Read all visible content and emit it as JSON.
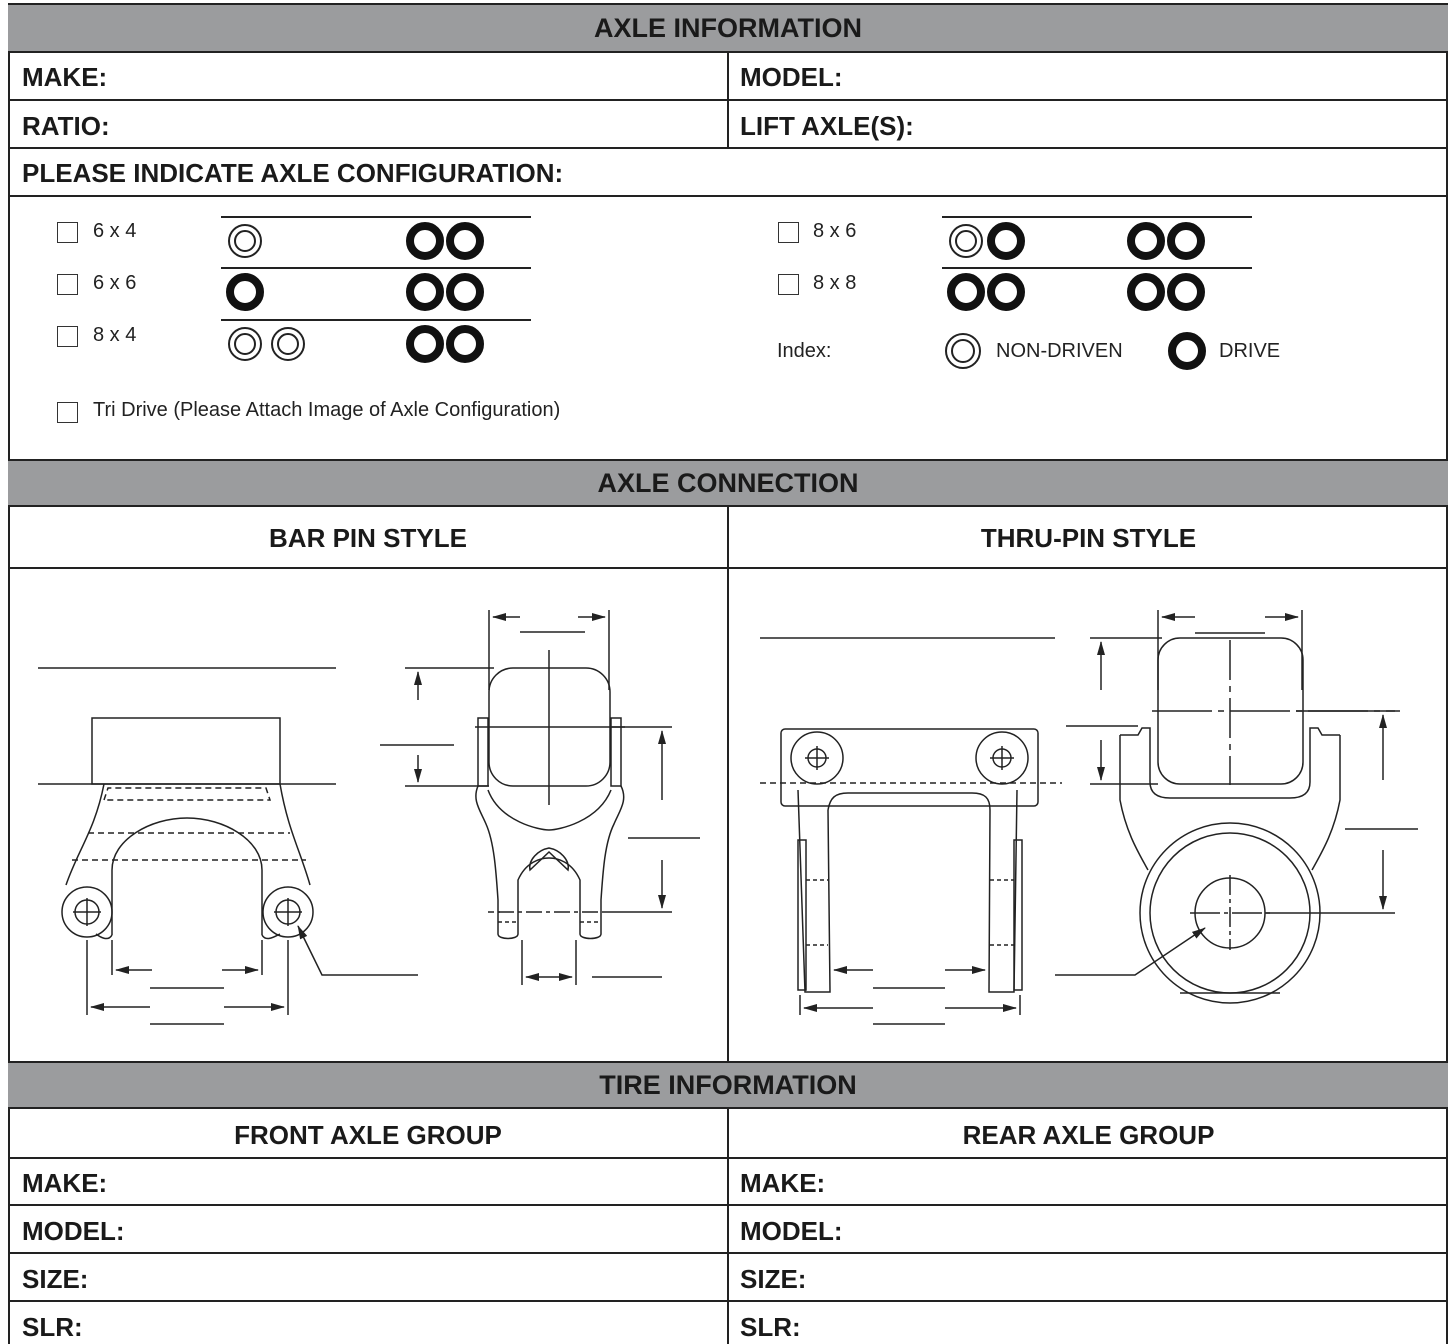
{
  "axle_information": {
    "header": "AXLE INFORMATION",
    "make_label": "MAKE:",
    "model_label": "MODEL:",
    "ratio_label": "RATIO:",
    "lift_axles_label": "LIFT AXLE(S):",
    "configuration_prompt": "PLEASE INDICATE AXLE CONFIGURATION:",
    "options": [
      {
        "label": "6 x 4",
        "checked": false,
        "axles": [
          "non-driven",
          "drive",
          "drive"
        ]
      },
      {
        "label": "6 x 6",
        "checked": false,
        "axles": [
          "drive",
          "drive",
          "drive"
        ]
      },
      {
        "label": "8 x 4",
        "checked": false,
        "axles": [
          "non-driven",
          "non-driven",
          "drive",
          "drive"
        ]
      },
      {
        "label": "8 x 6",
        "checked": false,
        "axles": [
          "non-driven",
          "drive",
          "drive",
          "drive"
        ]
      },
      {
        "label": "8 x 8",
        "checked": false,
        "axles": [
          "drive",
          "drive",
          "drive",
          "drive"
        ]
      }
    ],
    "index_label": "Index:",
    "index_non_driven": "NON-DRIVEN",
    "index_drive": "DRIVE",
    "tri_drive_label": "Tri Drive (Please Attach Image of Axle Configuration)",
    "tri_drive_checked": false
  },
  "axle_connection": {
    "header": "AXLE CONNECTION",
    "bar_pin_title": "BAR PIN STYLE",
    "thru_pin_title": "THRU-PIN STYLE"
  },
  "tire_information": {
    "header": "TIRE INFORMATION",
    "front_title": "FRONT AXLE GROUP",
    "rear_title": "REAR AXLE GROUP",
    "front": {
      "make_label": "MAKE:",
      "model_label": "MODEL:",
      "size_label": "SIZE:",
      "slr_label": "SLR:"
    },
    "rear": {
      "make_label": "MAKE:",
      "model_label": "MODEL:",
      "size_label": "SIZE:",
      "slr_label": "SLR:"
    }
  },
  "colors": {
    "header_bg": "#9b9c9e",
    "border": "#222222",
    "text": "#1a1a1a"
  }
}
